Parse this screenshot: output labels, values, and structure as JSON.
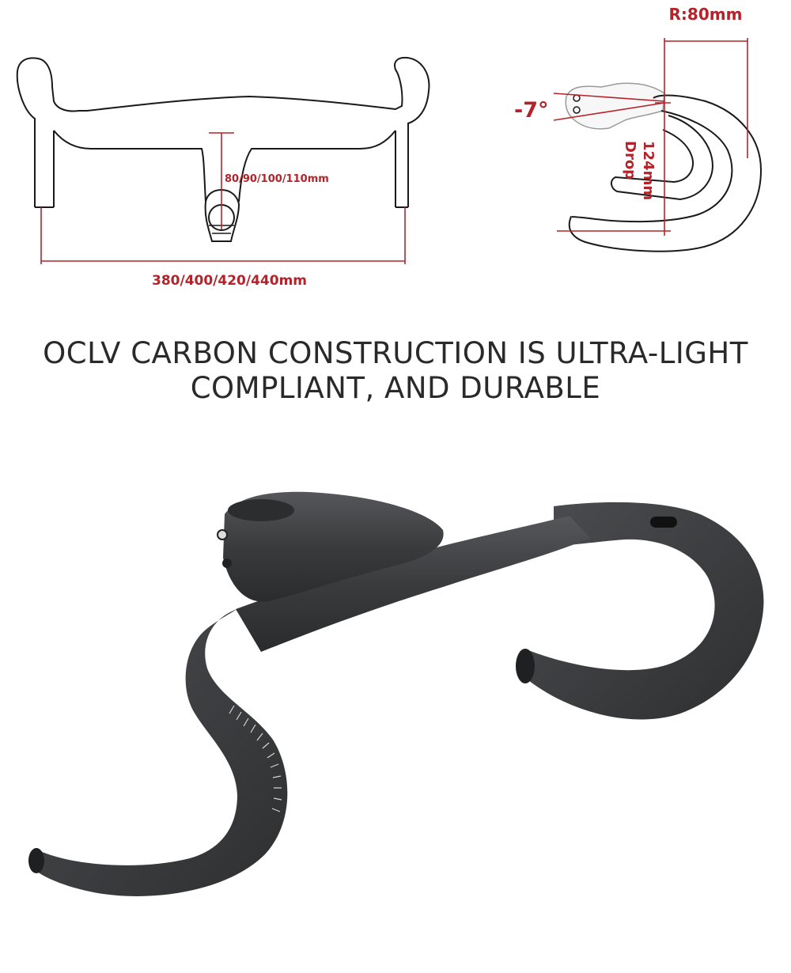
{
  "front_view": {
    "stem_length_label": "80/90/100/110mm",
    "width_label": "380/400/420/440mm"
  },
  "side_view": {
    "reach_label": "R:80mm",
    "angle_label": "-7°",
    "drop_value_label": "124mm",
    "drop_word_label": "Drop"
  },
  "headline": {
    "line1": "OCLV CARBON CONSTRUCTION IS ULTRA-LIGHT",
    "line2": "COMPLIANT, AND DURABLE"
  },
  "colors": {
    "dimension_red": "#b5232a",
    "outline_black": "#1a1a1a",
    "carbon_matte": "#3a3b3d",
    "text_dark": "#2a2a2a"
  }
}
